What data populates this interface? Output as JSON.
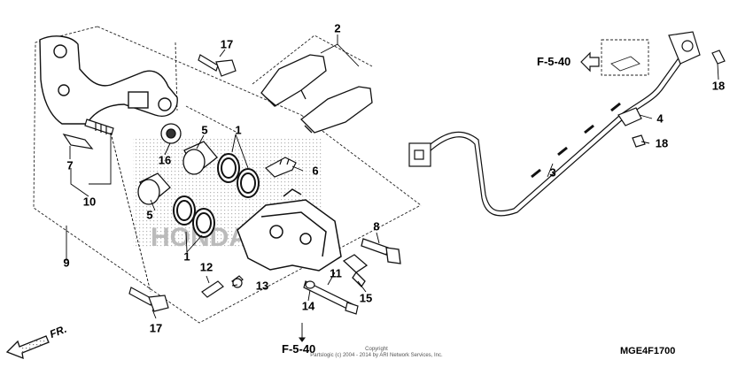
{
  "callouts": {
    "c1a": "1",
    "c1b": "1",
    "c2": "2",
    "c3": "3",
    "c4": "4",
    "c5a": "5",
    "c5b": "5",
    "c6": "6",
    "c7": "7",
    "c8": "8",
    "c9": "9",
    "c10": "10",
    "c11": "11",
    "c12": "12",
    "c13": "13",
    "c14": "14",
    "c15": "15",
    "c16": "16",
    "c17a": "17",
    "c17b": "17",
    "c18a": "18",
    "c18b": "18"
  },
  "references": {
    "top_right": "F-5-40",
    "bottom": "F-5-40"
  },
  "direction": {
    "label": "FR."
  },
  "copyright": {
    "line1": "Copyright",
    "line2": "Partslogic (c) 2004 - 2014 by ARI Network Services, Inc."
  },
  "diagram_code": "MGE4F1700",
  "watermark": "HONDA",
  "icons": [
    "arrow-left-icon",
    "front-direction-arrow-icon"
  ]
}
